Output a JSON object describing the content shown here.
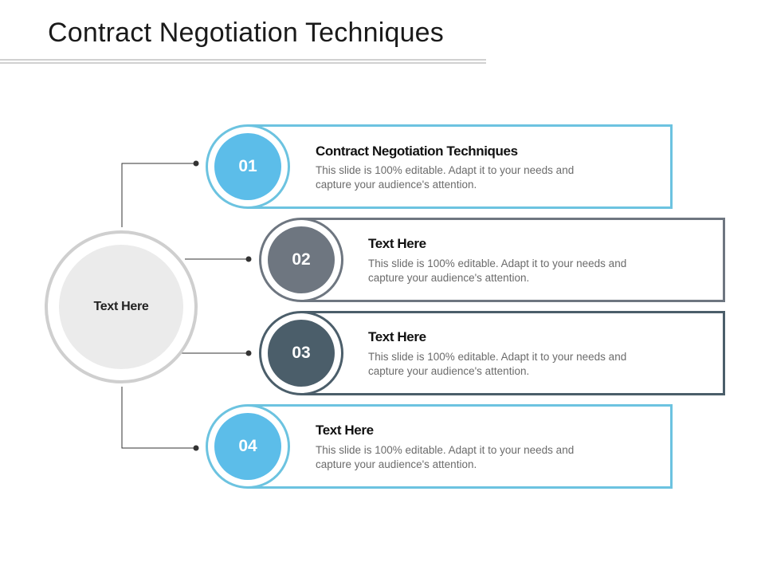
{
  "slide": {
    "title": "Contract Negotiation Techniques",
    "hub_label": "Text Here"
  },
  "steps": [
    {
      "number": "01",
      "heading": "Contract Negotiation Techniques",
      "text": "This slide is 100% editable. Adapt it to your needs and capture your audience's attention.",
      "ring_color": "#6cc3e0",
      "fill_color": "#5cbde9"
    },
    {
      "number": "02",
      "heading": "Text Here",
      "text": "This slide is 100% editable. Adapt it to your needs and capture your audience's attention.",
      "ring_color": "#6e7680",
      "fill_color": "#6e7680"
    },
    {
      "number": "03",
      "heading": "Text Here",
      "text": "This slide is 100% editable. Adapt it to your needs and capture your audience's attention.",
      "ring_color": "#4b5e6a",
      "fill_color": "#4b5e6a"
    },
    {
      "number": "04",
      "heading": "Text Here",
      "text": "This slide is 100% editable. Adapt it to your needs and capture your audience's attention.",
      "ring_color": "#6cc3e0",
      "fill_color": "#5cbde9"
    }
  ]
}
